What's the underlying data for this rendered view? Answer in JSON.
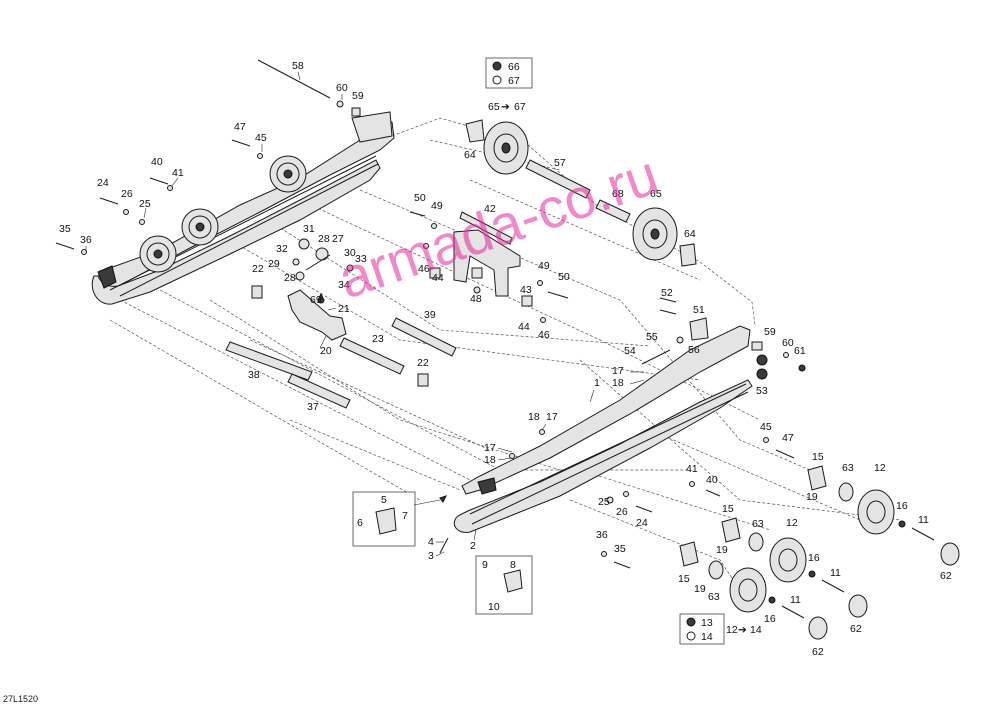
{
  "diagram": {
    "code": "27L1520",
    "watermark": "armada-co.ru",
    "callouts": [
      {
        "label": "58"
      },
      {
        "label": "60"
      },
      {
        "label": "59"
      },
      {
        "label": "47"
      },
      {
        "label": "45"
      },
      {
        "label": "40"
      },
      {
        "label": "41"
      },
      {
        "label": "24"
      },
      {
        "label": "26"
      },
      {
        "label": "25"
      },
      {
        "label": "35"
      },
      {
        "label": "36"
      },
      {
        "label": "32"
      },
      {
        "label": "31"
      },
      {
        "label": "29"
      },
      {
        "label": "28"
      },
      {
        "label": "27"
      },
      {
        "label": "28"
      },
      {
        "label": "30"
      },
      {
        "label": "33"
      },
      {
        "label": "34"
      },
      {
        "label": "22"
      },
      {
        "label": "69"
      },
      {
        "label": "21"
      },
      {
        "label": "20"
      },
      {
        "label": "38"
      },
      {
        "label": "23"
      },
      {
        "label": "39"
      },
      {
        "label": "22"
      },
      {
        "label": "37"
      },
      {
        "label": "50"
      },
      {
        "label": "49"
      },
      {
        "label": "42"
      },
      {
        "label": "46"
      },
      {
        "label": "44"
      },
      {
        "label": "48"
      },
      {
        "label": "43"
      },
      {
        "label": "49"
      },
      {
        "label": "50"
      },
      {
        "label": "44"
      },
      {
        "label": "46"
      },
      {
        "label": "64"
      },
      {
        "label": "57"
      },
      {
        "label": "68"
      },
      {
        "label": "65"
      },
      {
        "label": "64"
      },
      {
        "label": "52"
      },
      {
        "label": "51"
      },
      {
        "label": "55"
      },
      {
        "label": "56"
      },
      {
        "label": "54"
      },
      {
        "label": "59"
      },
      {
        "label": "60"
      },
      {
        "label": "61"
      },
      {
        "label": "53"
      },
      {
        "label": "1"
      },
      {
        "label": "17"
      },
      {
        "label": "18"
      },
      {
        "label": "18"
      },
      {
        "label": "17"
      },
      {
        "label": "17"
      },
      {
        "label": "18"
      },
      {
        "label": "45"
      },
      {
        "label": "47"
      },
      {
        "label": "15"
      },
      {
        "label": "63"
      },
      {
        "label": "12"
      },
      {
        "label": "19"
      },
      {
        "label": "16"
      },
      {
        "label": "11"
      },
      {
        "label": "62"
      },
      {
        "label": "41"
      },
      {
        "label": "40"
      },
      {
        "label": "25"
      },
      {
        "label": "26"
      },
      {
        "label": "24"
      },
      {
        "label": "15"
      },
      {
        "label": "63"
      },
      {
        "label": "12"
      },
      {
        "label": "19"
      },
      {
        "label": "16"
      },
      {
        "label": "11"
      },
      {
        "label": "62"
      },
      {
        "label": "36"
      },
      {
        "label": "35"
      },
      {
        "label": "15"
      },
      {
        "label": "19"
      },
      {
        "label": "63"
      },
      {
        "label": "16"
      },
      {
        "label": "11"
      },
      {
        "label": "62"
      },
      {
        "label": "4"
      },
      {
        "label": "3"
      },
      {
        "label": "2"
      }
    ],
    "inset_seal": {
      "a": "66",
      "b": "67",
      "kit": "65",
      "arrow": "➔",
      "to": "67"
    },
    "inset_wheel": {
      "a": "13",
      "b": "14",
      "kit": "12",
      "arrow": "➔",
      "to": "14"
    },
    "inset_stopper": {
      "title": "5",
      "a": "6",
      "b": "7"
    },
    "inset_bracket": {
      "title": "8",
      "a": "9",
      "b": "10"
    }
  }
}
